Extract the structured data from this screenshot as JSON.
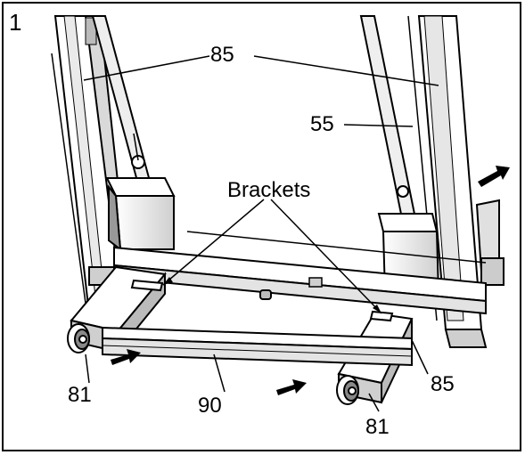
{
  "step_number": "1",
  "labels": {
    "frame_upright_top": "85",
    "frame_upright_right": "85",
    "upright_inner": "55",
    "brackets": "Brackets",
    "wheel_left": "81",
    "wheel_right": "81",
    "base_crossbar": "90"
  },
  "colors": {
    "line": "#000000",
    "fill": "#ffffff",
    "shade": "#d9d9d9",
    "dark": "#555555"
  },
  "icons": {
    "arrow": "filled-arrow-icon",
    "wheel": "wheel-icon"
  }
}
